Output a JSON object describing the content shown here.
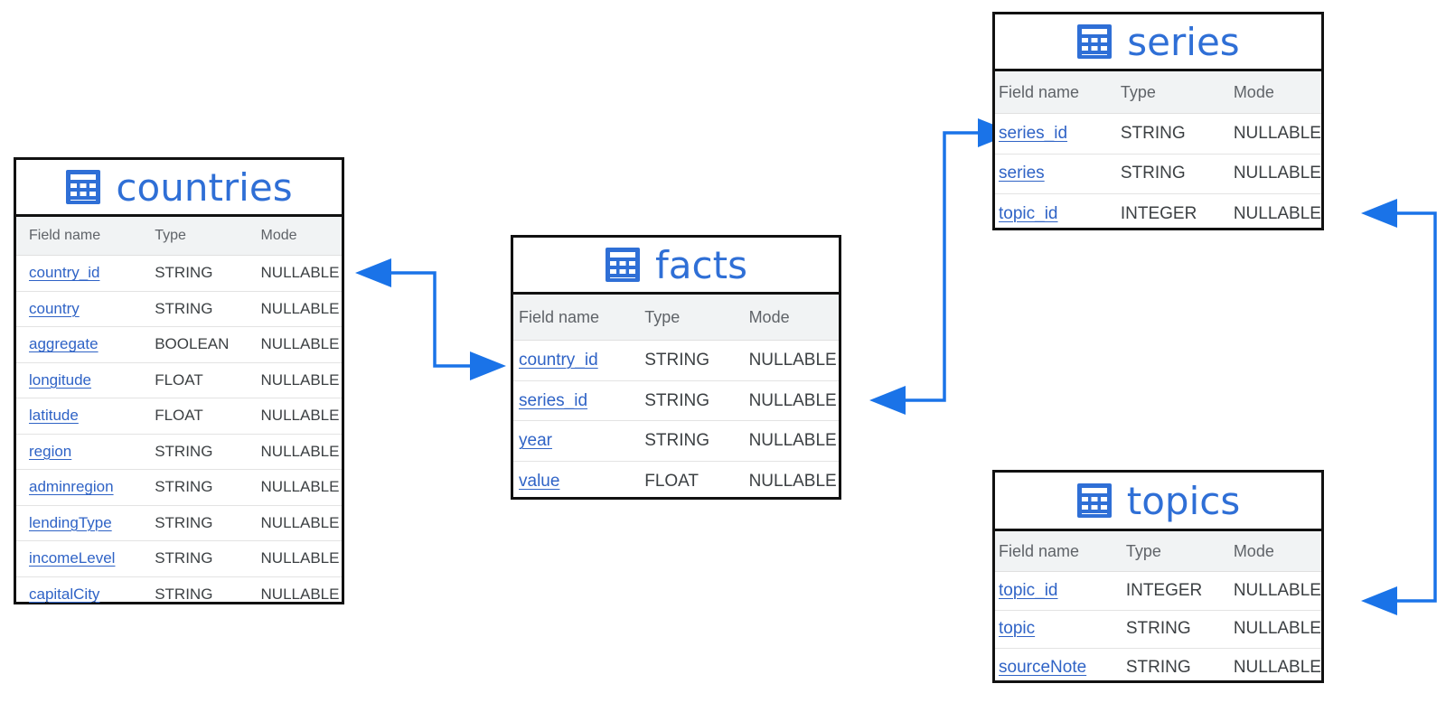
{
  "header_labels": {
    "field_name": "Field name",
    "type": "Type",
    "mode": "Mode"
  },
  "tables": {
    "countries": {
      "title": "countries",
      "icon": "table-icon",
      "fields": [
        {
          "name": "country_id",
          "type": "STRING",
          "mode": "NULLABLE"
        },
        {
          "name": "country",
          "type": "STRING",
          "mode": "NULLABLE"
        },
        {
          "name": "aggregate",
          "type": "BOOLEAN",
          "mode": "NULLABLE"
        },
        {
          "name": "longitude",
          "type": "FLOAT",
          "mode": "NULLABLE"
        },
        {
          "name": "latitude",
          "type": "FLOAT",
          "mode": "NULLABLE"
        },
        {
          "name": "region",
          "type": "STRING",
          "mode": "NULLABLE"
        },
        {
          "name": "adminregion",
          "type": "STRING",
          "mode": "NULLABLE"
        },
        {
          "name": "lendingType",
          "type": "STRING",
          "mode": "NULLABLE"
        },
        {
          "name": "incomeLevel",
          "type": "STRING",
          "mode": "NULLABLE"
        },
        {
          "name": "capitalCity",
          "type": "STRING",
          "mode": "NULLABLE"
        }
      ]
    },
    "facts": {
      "title": "facts",
      "icon": "table-icon",
      "fields": [
        {
          "name": "country_id",
          "type": "STRING",
          "mode": "NULLABLE"
        },
        {
          "name": "series_id",
          "type": "STRING",
          "mode": "NULLABLE"
        },
        {
          "name": "year",
          "type": "STRING",
          "mode": "NULLABLE"
        },
        {
          "name": "value",
          "type": "FLOAT",
          "mode": "NULLABLE"
        }
      ]
    },
    "series": {
      "title": "series",
      "icon": "table-icon",
      "fields": [
        {
          "name": "series_id",
          "type": "STRING",
          "mode": "NULLABLE"
        },
        {
          "name": "series",
          "type": "STRING",
          "mode": "NULLABLE"
        },
        {
          "name": "topic_id",
          "type": "INTEGER",
          "mode": "NULLABLE"
        }
      ]
    },
    "topics": {
      "title": "topics",
      "icon": "table-icon",
      "fields": [
        {
          "name": "topic_id",
          "type": "INTEGER",
          "mode": "NULLABLE"
        },
        {
          "name": "topic",
          "type": "STRING",
          "mode": "NULLABLE"
        },
        {
          "name": "sourceNote",
          "type": "STRING",
          "mode": "NULLABLE"
        }
      ]
    }
  },
  "relationships": [
    {
      "from": "countries.country_id",
      "to": "facts.country_id"
    },
    {
      "from": "facts.series_id",
      "to": "series.series_id"
    },
    {
      "from": "series.topic_id",
      "to": "topics.topic_id"
    }
  ],
  "colors": {
    "accent": "#2f6fd6",
    "link_text": "#2f63c6",
    "connector": "#1a73e8",
    "border": "#111111",
    "header_bg": "#f1f3f4"
  }
}
